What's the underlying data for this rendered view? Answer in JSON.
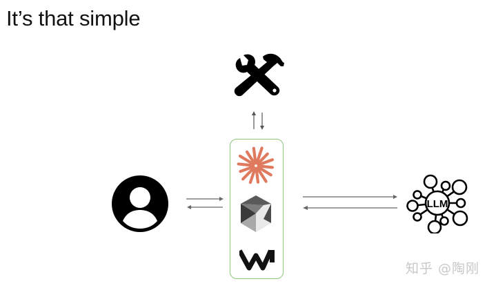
{
  "title": "It’s that simple",
  "nodes": {
    "user": {
      "label": "user",
      "icon": "user-avatar-icon"
    },
    "tools": {
      "label": "tools",
      "icon": "wrench-hammer-icon"
    },
    "hub": {
      "items": [
        {
          "icon": "claude-starburst-icon",
          "color": "#e07a5f"
        },
        {
          "icon": "hexagon-cube-icon",
          "color": "#777777"
        },
        {
          "icon": "w-wave-icon",
          "color": "#111111"
        }
      ],
      "border_color": "#8cc87a"
    },
    "llm": {
      "label": "LLM",
      "icon": "llm-network-icon"
    }
  },
  "edges": [
    {
      "from": "hub",
      "to": "tools",
      "direction": "bidirectional"
    },
    {
      "from": "user",
      "to": "hub",
      "direction": "bidirectional"
    },
    {
      "from": "hub",
      "to": "llm",
      "direction": "bidirectional"
    }
  ],
  "watermark": "知乎 @陶刚"
}
